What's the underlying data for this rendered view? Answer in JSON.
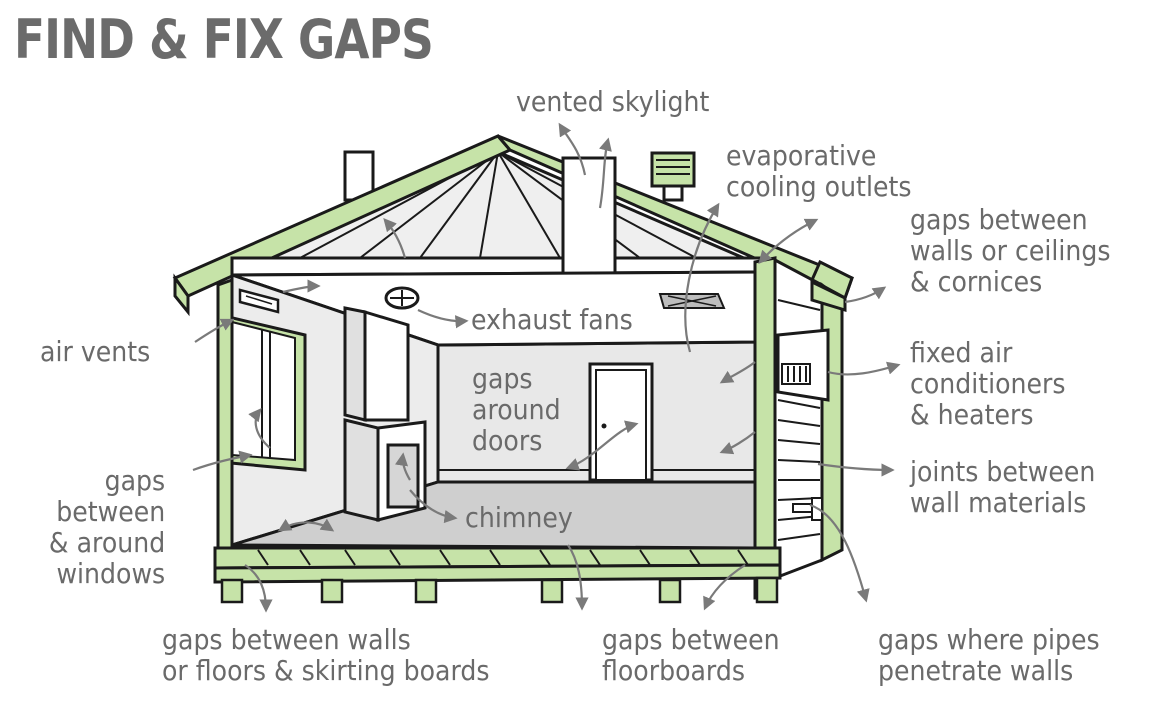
{
  "title": "FIND & FIX GAPS",
  "labels": {
    "vented_skylight": [
      "vented skylight"
    ],
    "evaporative_cooling_outlets": [
      "evaporative",
      "cooling outlets"
    ],
    "gaps_walls_ceilings_cornices": [
      "gaps between",
      "walls or ceilings",
      "& cornices"
    ],
    "exhaust_fans": [
      "exhaust fans"
    ],
    "air_vents": [
      "air vents"
    ],
    "fixed_air_conditioners_heaters": [
      "fixed air",
      "conditioners",
      "& heaters"
    ],
    "gaps_around_doors": [
      "gaps",
      "around",
      "doors"
    ],
    "joints_between_wall_materials": [
      "joints between",
      "wall materials"
    ],
    "gaps_between_around_windows": [
      "gaps",
      "between",
      "& around",
      "windows"
    ],
    "chimney": [
      "chimney"
    ],
    "gaps_walls_floors_skirting": [
      "gaps between walls",
      "or floors & skirting boards"
    ],
    "gaps_between_floorboards": [
      "gaps between",
      "floorboards"
    ],
    "gaps_where_pipes_penetrate": [
      "gaps where pipes",
      "penetrate walls"
    ]
  },
  "colors": {
    "green": "#c6e3a8",
    "outline": "#1a1a1a",
    "text": "#6a6a6a",
    "arrow": "#7a7a7a",
    "wall_grey": "#e6e6e6",
    "floor_grey": "#cfcfcf"
  }
}
